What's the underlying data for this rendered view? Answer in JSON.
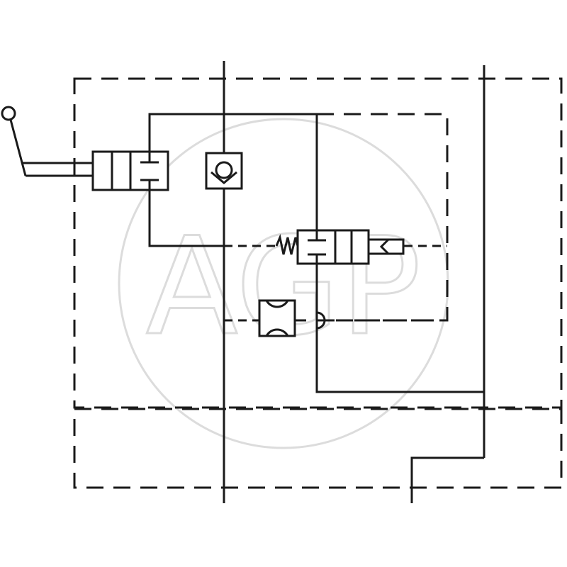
{
  "watermark": {
    "text": "AGP",
    "color": "#dcdcdc"
  },
  "colors": {
    "line": "#1a1a1a",
    "background": "#ffffff"
  },
  "components": [
    {
      "name": "lever-actuator",
      "icon": "hand-lever-icon"
    },
    {
      "name": "main-directional-valve",
      "icon": "valve-3-position-icon"
    },
    {
      "name": "check-valve",
      "icon": "check-valve-icon"
    },
    {
      "name": "pilot-operated-valve",
      "icon": "valve-2-position-spring-icon"
    },
    {
      "name": "shuttle-valve",
      "icon": "shuttle-valve-icon"
    }
  ]
}
